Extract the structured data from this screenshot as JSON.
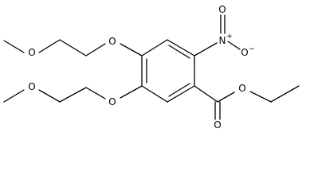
{
  "diagram": {
    "type": "chemical-structure",
    "atom_labels": {
      "methoxy_o_top": "O",
      "ether_o_top": "O",
      "methoxy_o_bottom": "O",
      "ether_o_bottom": "O",
      "nitro_n": "N",
      "nitro_n_charge": "+",
      "nitro_o_double": "O",
      "nitro_o_single": "O",
      "nitro_o_charge": "−",
      "ester_o_single": "O",
      "ester_o_double": "O"
    },
    "colors": {
      "bond": "#000000",
      "label": "#000000",
      "background": "#ffffff"
    }
  }
}
